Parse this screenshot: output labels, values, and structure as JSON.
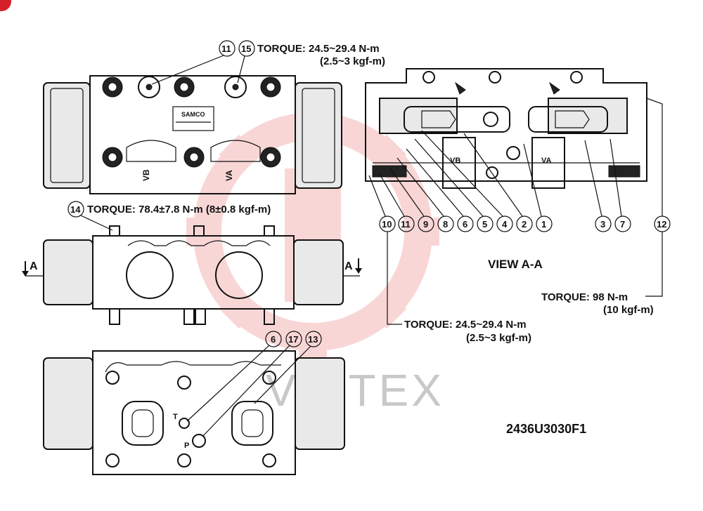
{
  "torque_top_line1": "TORQUE: 24.5~29.4 N-m",
  "torque_top_line2": "(2.5~3 kgf-m)",
  "torque_14": "TORQUE: 78.4±7.8 N-m (8±0.8 kgf-m)",
  "view_title": "VIEW A-A",
  "torque_98_line1": "TORQUE: 98 N-m",
  "torque_98_line2": "(10 kgf-m)",
  "torque_bottom_line1": "TORQUE: 24.5~29.4 N-m",
  "torque_bottom_line2": "(2.5~3 kgf-m)",
  "drawing_code": "2436U3030F1",
  "watermark": "VIRTEX",
  "section_marker": "A",
  "port_vb": "VB",
  "port_va": "VA",
  "port_t": "T",
  "port_p": "P",
  "nameplate": "SAMCO",
  "callouts_top": [
    "11",
    "15"
  ],
  "callout_14": "14",
  "callouts_view": [
    "10",
    "11",
    "9",
    "8",
    "6",
    "5",
    "4",
    "2",
    "1",
    "3",
    "7",
    "12"
  ],
  "callouts_bottom": [
    "6",
    "17",
    "13"
  ],
  "colors": {
    "watermark_logo": "#e84a4a",
    "corner_badge": "#d4202a",
    "ink": "#111111"
  }
}
